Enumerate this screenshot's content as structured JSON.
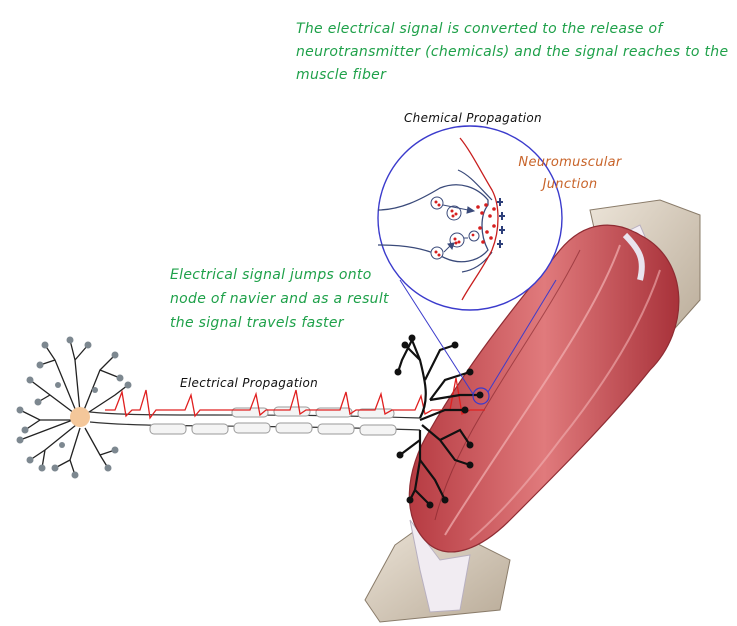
{
  "annotations": {
    "top_note": "The electrical signal is converted to the release of neurotransmitter (chemicals) and the signal reaches to the muscle fiber",
    "left_note": "Electrical signal  jumps onto node of navier and as a result the signal travels faster",
    "chemical_label": "Chemical Propagation",
    "electrical_label": "Electrical Propagation",
    "nmj_label_line1": "Neuromuscular",
    "nmj_label_line2": "Junction"
  },
  "colors": {
    "note_green": "#1fa14a",
    "nmj_orange": "#c8642a",
    "circle_blue": "#3b3bcc",
    "signal_red": "#e02020",
    "muscle_red": "#c8454a",
    "bone": "#d9cfc2",
    "soma": "#f4c79a"
  }
}
